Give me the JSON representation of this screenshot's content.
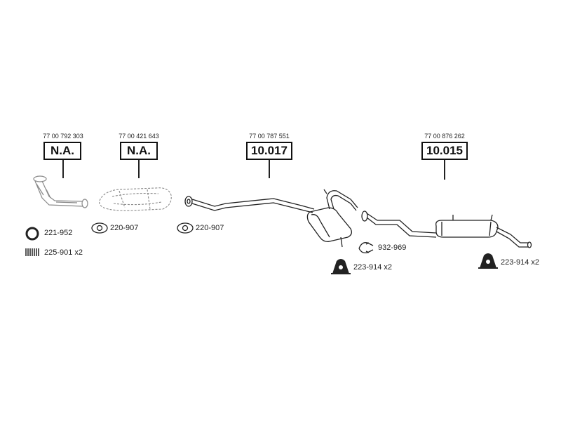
{
  "parts": [
    {
      "id": "front-pipe",
      "part_number": "77 00 792 303",
      "ref": "N.A."
    },
    {
      "id": "catalytic-converter",
      "part_number": "77 00 421 643",
      "ref": "N.A."
    },
    {
      "id": "middle-silencer",
      "part_number": "77 00 787 551",
      "ref": "10.017"
    },
    {
      "id": "rear-silencer",
      "part_number": "77 00 876 262",
      "ref": "10.015"
    }
  ],
  "accessories": [
    {
      "id": "sealing-ring",
      "label": "221-952",
      "icon": "sealing-ring-icon"
    },
    {
      "id": "spring",
      "label": "225-901 x2",
      "icon": "spring-icon"
    },
    {
      "id": "gasket-1",
      "label": "220-907",
      "icon": "gasket-icon"
    },
    {
      "id": "gasket-2",
      "label": "220-907",
      "icon": "gasket-icon"
    },
    {
      "id": "clamp",
      "label": "932-969",
      "icon": "clamp-icon"
    },
    {
      "id": "rubber-mount-1",
      "label": "223-914 x2",
      "icon": "rubber-mount-icon"
    },
    {
      "id": "rubber-mount-2",
      "label": "223-914 x2",
      "icon": "rubber-mount-icon"
    }
  ],
  "colors": {
    "line": "#222222",
    "faint": "#8a8a8a",
    "background": "#ffffff"
  }
}
